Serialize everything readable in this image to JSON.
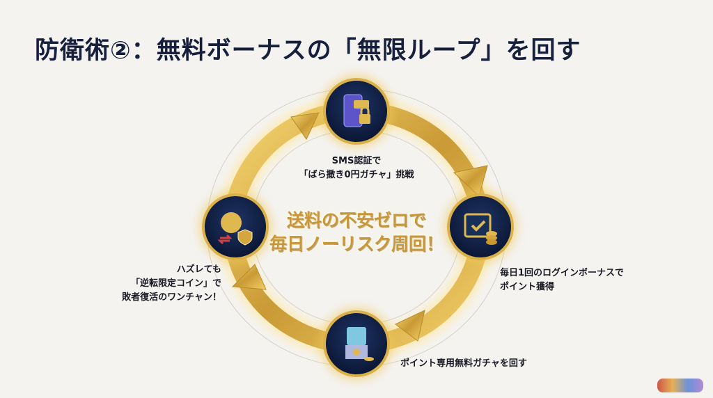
{
  "title": "防衛術②：無料ボーナスの「無限ループ」を回す",
  "center_message": {
    "line1": "送料の不安ゼロで",
    "line2": "毎日ノーリスク周回！"
  },
  "steps": [
    {
      "icon": "smartphone-sms-lock-icon",
      "lines": [
        "SMS認証で",
        "「ばら撒き0円ガチャ」挑戦"
      ]
    },
    {
      "icon": "calendar-check-coins-icon",
      "lines": [
        "毎日1回のログインボーナスで",
        "ポイント獲得"
      ]
    },
    {
      "icon": "gacha-machine-icon",
      "lines": [
        "ポイント専用無料ガチャを回す"
      ]
    },
    {
      "icon": "coin-shield-icon",
      "lines": [
        "ハズレても",
        "「逆転限定コイン」で",
        "敗者復活のワンチャン！"
      ]
    }
  ],
  "colors": {
    "gold": "#d9b04a",
    "navy": "#0b1736",
    "title": "#16203d"
  }
}
